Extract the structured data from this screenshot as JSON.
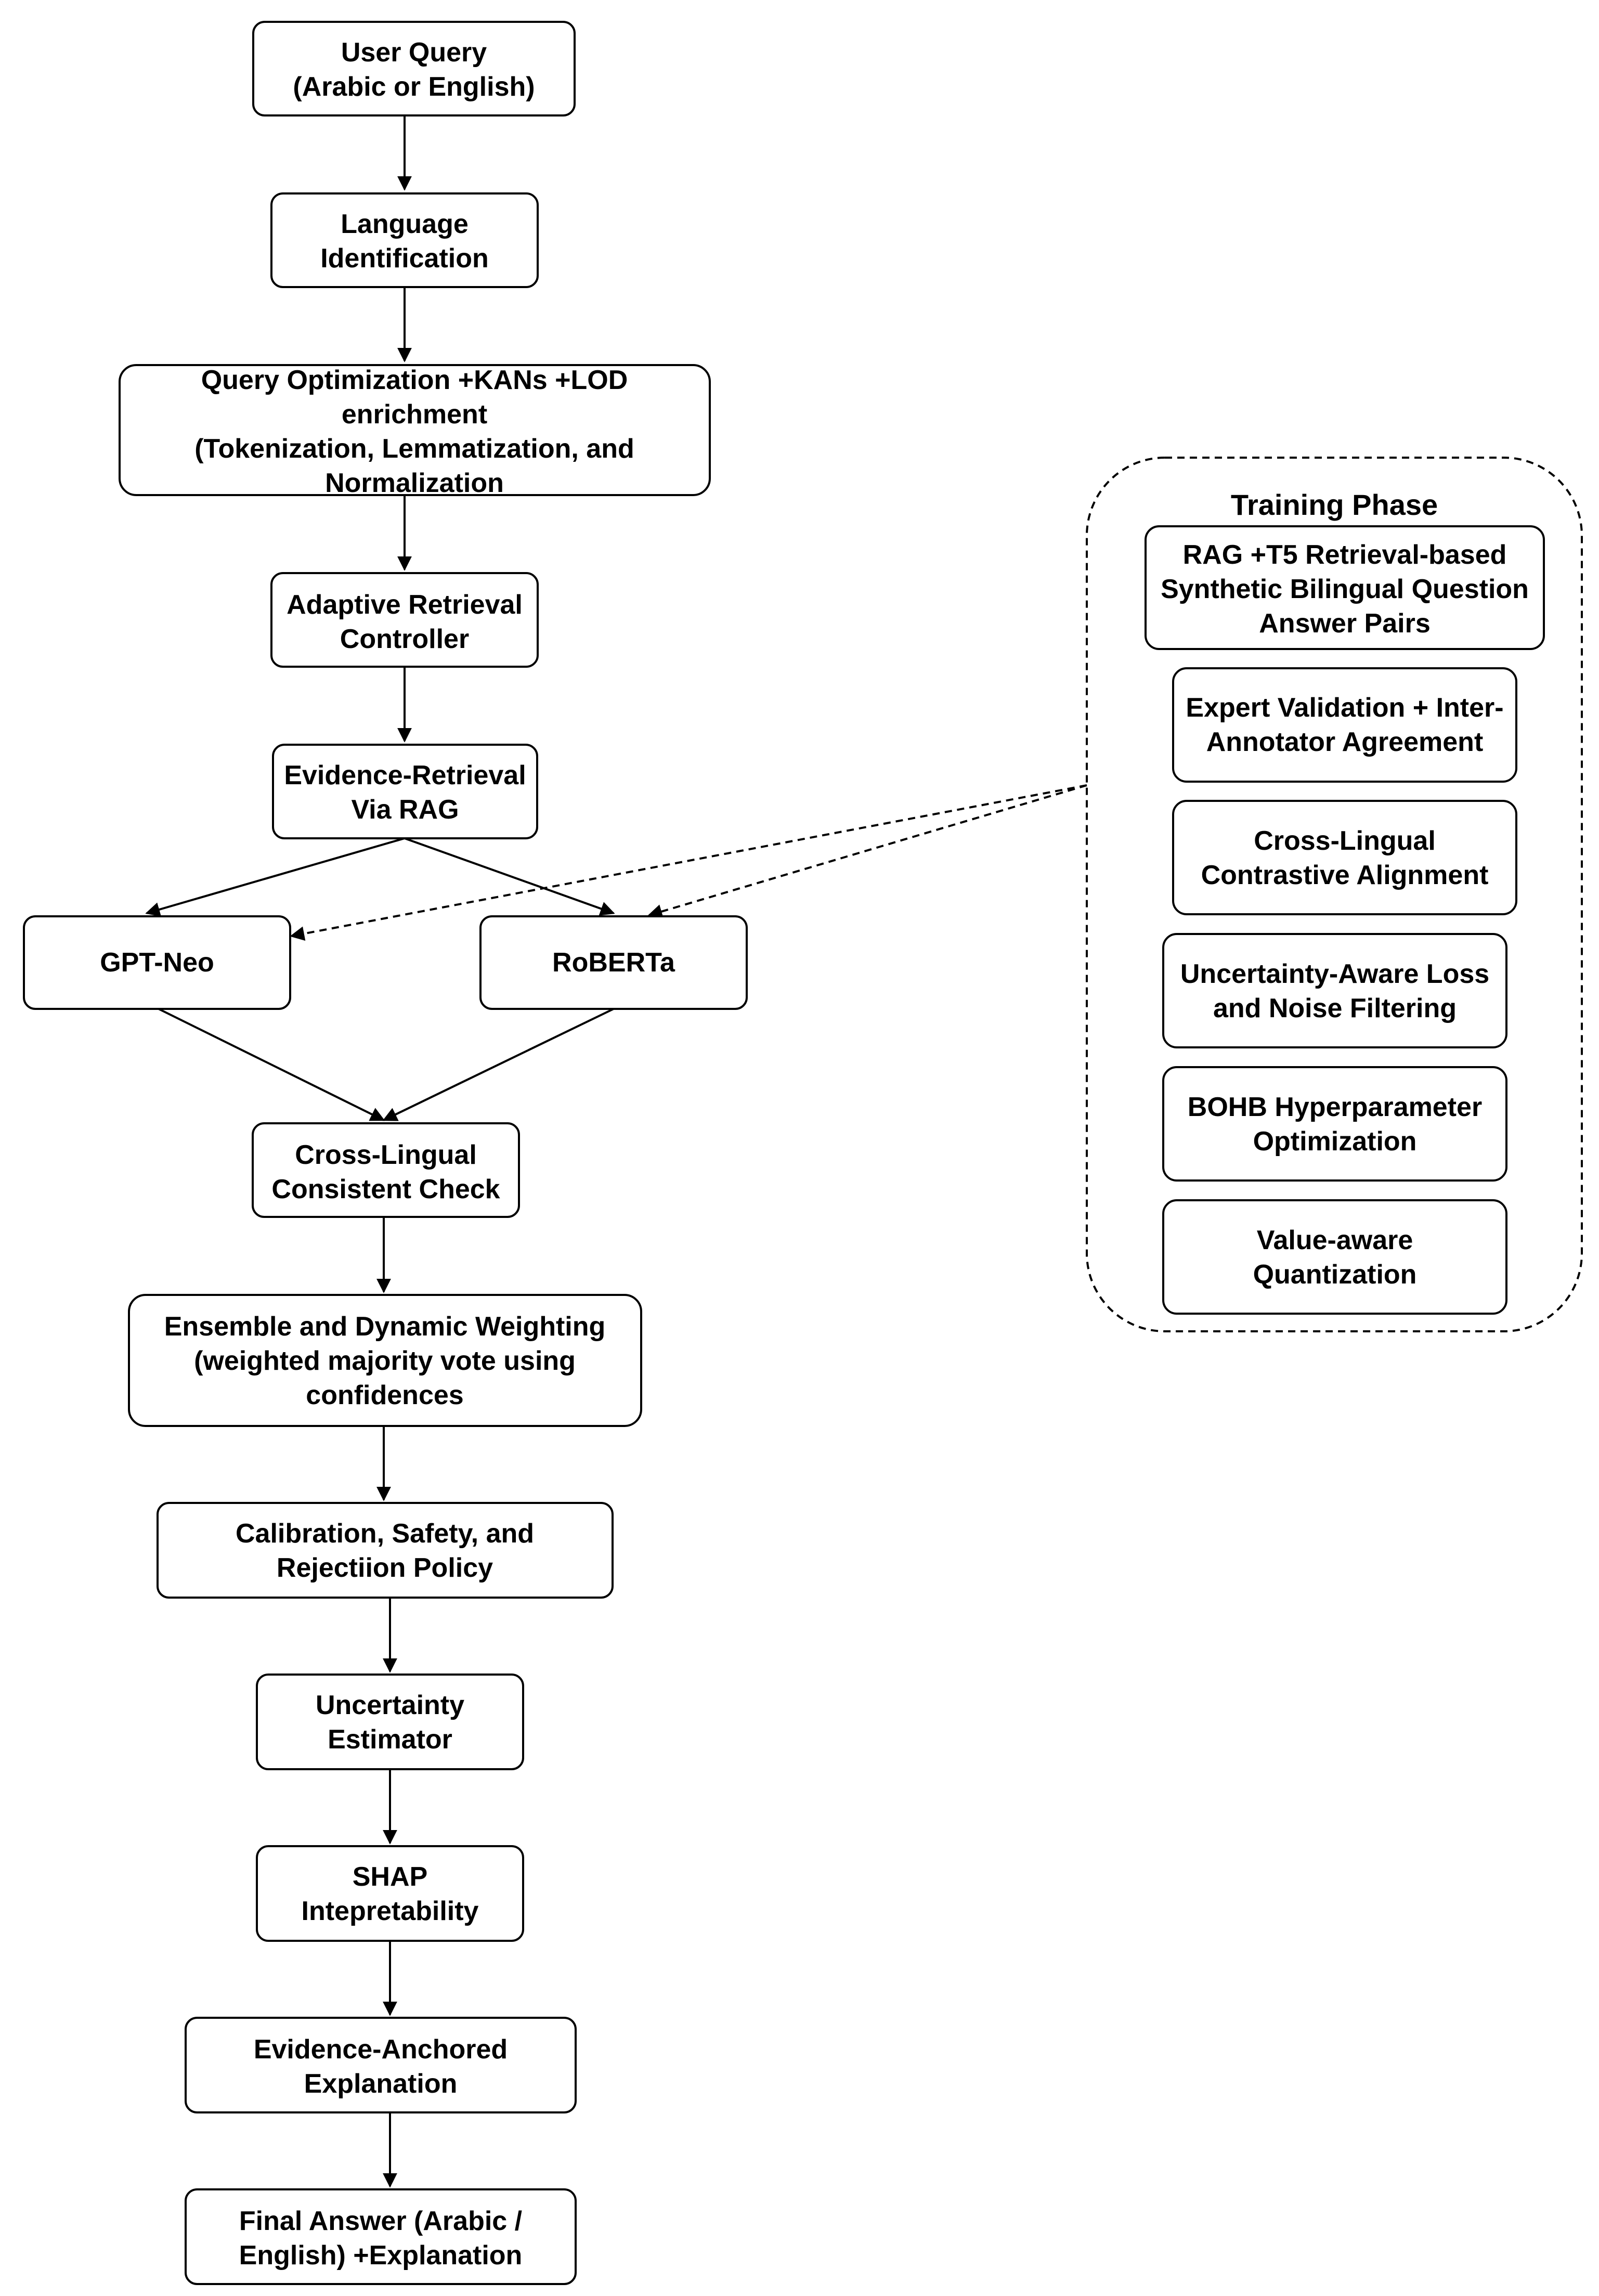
{
  "nodes": {
    "user_query": [
      "User Query",
      "(Arabic or English)"
    ],
    "language_identification": [
      "Language",
      "Identification"
    ],
    "query_optimization": [
      "Query Optimization +KANs +LOD",
      "enrichment",
      "(Tokenization, Lemmatization, and",
      "Normalization"
    ],
    "adaptive_retrieval": [
      "Adaptive Retrieval",
      "Controller"
    ],
    "evidence_retrieval": [
      "Evidence-Retrieval",
      "Via RAG"
    ],
    "gpt_neo": [
      "GPT-Neo"
    ],
    "roberta": [
      "RoBERTa"
    ],
    "cross_lingual_check": [
      "Cross-Lingual",
      "Consistent Check"
    ],
    "ensemble": [
      "Ensemble and Dynamic Weighting",
      "(weighted majority vote using",
      "confidences"
    ],
    "calibration": [
      "Calibration, Safety, and",
      "Rejectiion Policy"
    ],
    "uncertainty_estimator": [
      "Uncertainty",
      "Estimator"
    ],
    "shap": [
      "SHAP",
      "Intepretability"
    ],
    "evidence_explanation": [
      "Evidence-Anchored",
      "Explanation"
    ],
    "final_answer": [
      "Final Answer (Arabic /",
      "English) +Explanation"
    ]
  },
  "training_phase": {
    "title": "Training Phase",
    "steps": {
      "rag_t5": [
        "RAG +T5 Retrieval-based",
        "Synthetic Bilingual Question",
        "Answer Pairs"
      ],
      "expert_validation": [
        "Expert Validation + Inter-",
        "Annotator Agreement"
      ],
      "contrastive_alignment": [
        "Cross-Lingual",
        "Contrastive Alignment"
      ],
      "uncertainty_loss": [
        "Uncertainty-Aware Loss",
        "and Noise Filtering"
      ],
      "bohb": [
        "BOHB Hyperparameter",
        "Optimization"
      ],
      "quantization": [
        "Value-aware",
        "Quantization"
      ]
    }
  }
}
